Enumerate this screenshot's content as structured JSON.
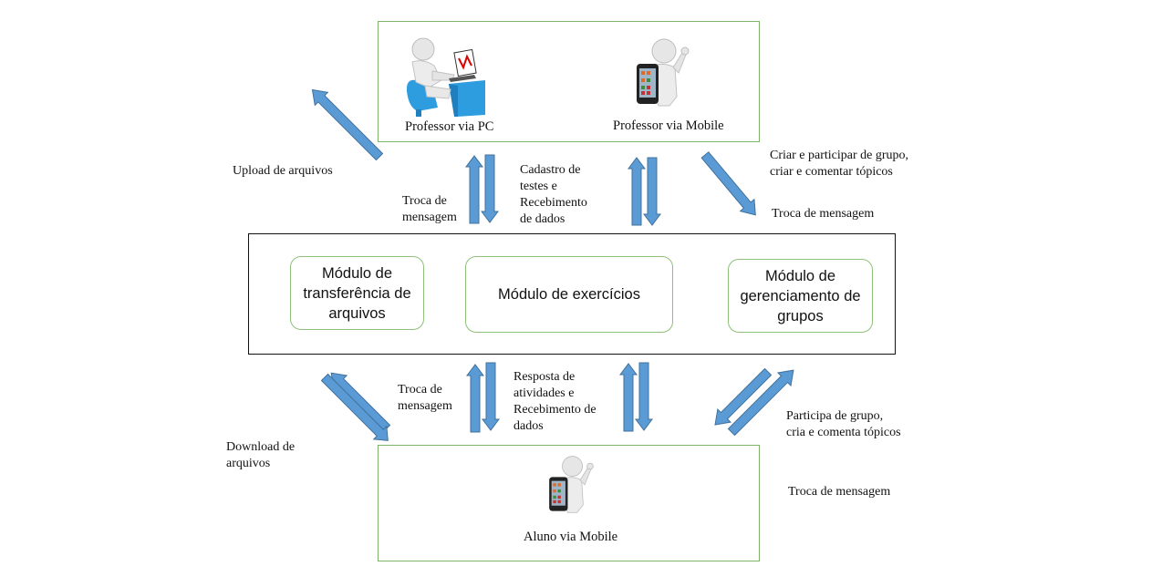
{
  "top_box": {
    "professor_pc_label": "Professor via PC",
    "professor_mobile_label": "Professor via Mobile"
  },
  "central_box": {
    "modules": [
      {
        "label": "Módulo de transferência de arquivos"
      },
      {
        "label": "Módulo de exercícios"
      },
      {
        "label": "Módulo de gerenciamento de grupos"
      }
    ]
  },
  "bottom_box": {
    "aluno_mobile_label": "Aluno via Mobile"
  },
  "top_labels": {
    "upload": "Upload de arquivos",
    "troca_mensagem": "Troca de mensagem",
    "cadastro": "Cadastro de testes e Recebimento de dados",
    "criar_grupo": "Criar e participar  de grupo, criar e comentar tópicos",
    "troca_mensagem_right": "Troca de mensagem"
  },
  "bottom_labels": {
    "download": "Download de arquivos",
    "troca_mensagem": "Troca de mensagem",
    "resposta": "Resposta de atividades e Recebimento de dados",
    "participa": "Participa de grupo, cria e comenta tópicos",
    "troca_mensagem_right": "Troca de mensagem"
  },
  "colors": {
    "arrow_fill": "#5b9bd5",
    "arrow_stroke": "#41719c",
    "green_border": "#7fb26a",
    "figure_blue": "#2e9de0"
  },
  "icons": [
    "person-at-computer-icon",
    "person-with-phone-icon"
  ]
}
